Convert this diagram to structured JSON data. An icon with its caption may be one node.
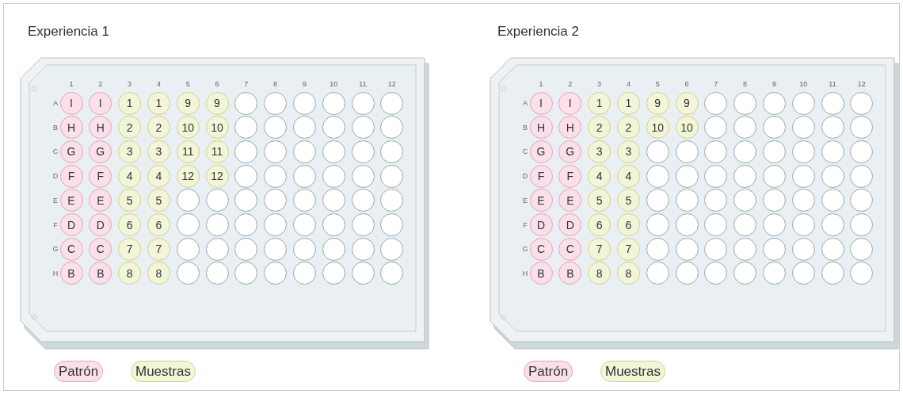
{
  "diagram": {
    "nodes": [
      {
        "text": [
          "Experiencia 1"
        ]
      },
      {
        "text": [
          "I"
        ],
        "in": 0
      },
      {
        "text": [
          "I"
        ],
        "in": 0
      },
      {
        "text": [
          "1"
        ],
        "in": 0
      },
      {
        "text": [
          "1"
        ],
        "in": 0
      },
      {
        "text": [
          "9"
        ],
        "in": 0
      },
      {
        "text": [
          "9"
        ],
        "in": 0
      },
      {
        "text": [],
        "shape": "circle",
        "in": 0
      },
      {
        "text": [],
        "shape": "circle",
        "in": 0
      },
      {
        "text": [],
        "shape": "circle",
        "in": 0
      },
      {
        "text": [],
        "shape": "circle",
        "in": 0
      },
      {
        "text": [],
        "shape": "circle",
        "in": 0
      },
      {
        "text": [],
        "shape": "circle",
        "in": 0
      },
      {
        "text": [
          "H"
        ],
        "in": 0
      },
      {
        "text": [
          "H"
        ],
        "in": 0
      },
      {
        "text": [
          "2"
        ],
        "in": 0
      },
      {
        "text": [
          "2"
        ],
        "in": 0
      },
      {
        "text": [
          "10"
        ],
        "in": 0
      },
      {
        "text": [
          "10"
        ],
        "in": 0
      },
      {
        "text": [],
        "shape": "circle",
        "in": 0
      },
      {
        "text": [],
        "shape": "circle",
        "in": 0
      },
      {
        "text": [],
        "shape": "circle",
        "in": 0
      },
      {
        "text": [],
        "shape": "circle",
        "in": 0
      },
      {
        "text": [],
        "shape": "circle",
        "in": 0
      },
      {
        "text": [],
        "shape": "circle",
        "in": 0
      },
      {
        "text": [
          "G"
        ],
        "in": 0
      },
      {
        "text": [
          "G"
        ],
        "in": 0
      },
      {
        "text": [
          "3"
        ],
        "in": 0
      },
      {
        "text": [
          "3"
        ],
        "in": 0
      },
      {
        "text": [
          "11"
        ],
        "in": 0
      },
      {
        "text": [
          "11"
        ],
        "in": 0
      },
      {
        "text": [],
        "shape": "circle",
        "in": 0
      },
      {
        "text": [],
        "shape": "circle",
        "in": 0
      },
      {
        "text": [],
        "shape": "circle",
        "in": 0
      },
      {
        "text": [],
        "shape": "circle",
        "in": 0
      },
      {
        "text": [],
        "shape": "circle",
        "in": 0
      },
      {
        "text": [],
        "shape": "circle",
        "in": 0
      },
      {
        "text": [
          "F"
        ],
        "in": 0
      },
      {
        "text": [
          "F"
        ],
        "in": 0
      },
      {
        "text": [
          "4"
        ],
        "in": 0
      },
      {
        "text": [
          "4"
        ],
        "in": 0
      },
      {
        "text": [
          "12"
        ],
        "in": 0
      },
      {
        "text": [
          "12"
        ],
        "in": 0
      },
      {
        "text": [],
        "shape": "circle",
        "in": 0
      },
      {
        "text": [],
        "shape": "circle",
        "in": 0
      },
      {
        "text": [],
        "shape": "circle",
        "in": 0
      },
      {
        "text": [],
        "shape": "circle",
        "in": 0
      },
      {
        "text": [],
        "shape": "circle",
        "in": 0
      },
      {
        "text": [],
        "shape": "circle",
        "in": 0
      },
      {
        "text": [
          "E"
        ],
        "in": 0
      },
      {
        "text": [
          "E"
        ],
        "in": 0
      },
      {
        "text": [
          "5"
        ],
        "in": 0
      },
      {
        "text": [
          "5"
        ],
        "in": 0
      },
      {
        "text": [],
        "shape": "circle",
        "in": 0
      },
      {
        "text": [],
        "shape": "circle",
        "in": 0
      },
      {
        "text": [],
        "shape": "circle",
        "in": 0
      },
      {
        "text": [],
        "shape": "circle",
        "in": 0
      },
      {
        "text": [],
        "shape": "circle",
        "in": 0
      },
      {
        "text": [],
        "shape": "circle",
        "in": 0
      },
      {
        "text": [],
        "shape": "circle",
        "in": 0
      },
      {
        "text": [],
        "shape": "circle",
        "in": 0
      },
      {
        "text": [
          "D"
        ],
        "in": 0
      },
      {
        "text": [
          "D"
        ],
        "in": 0
      },
      {
        "text": [
          "6"
        ],
        "in": 0
      },
      {
        "text": [
          "6"
        ],
        "in": 0
      },
      {
        "text": [],
        "shape": "circle",
        "in": 0
      },
      {
        "text": [],
        "shape": "circle",
        "in": 0
      },
      {
        "text": [],
        "shape": "circle",
        "in": 0
      },
      {
        "text": [],
        "shape": "circle",
        "in": 0
      },
      {
        "text": [],
        "shape": "circle",
        "in": 0
      },
      {
        "text": [],
        "shape": "circle",
        "in": 0
      },
      {
        "text": [],
        "shape": "circle",
        "in": 0
      },
      {
        "text": [],
        "shape": "circle",
        "in": 0
      },
      {
        "text": [
          "C"
        ],
        "in": 0
      },
      {
        "text": [
          "C"
        ],
        "in": 0
      },
      {
        "text": [
          "7"
        ],
        "in": 0
      },
      {
        "text": [
          "7"
        ],
        "in": 0
      },
      {
        "text": [],
        "shape": "circle",
        "in": 0
      },
      {
        "text": [],
        "shape": "circle",
        "in": 0
      },
      {
        "text": [],
        "shape": "circle",
        "in": 0
      },
      {
        "text": [],
        "shape": "circle",
        "in": 0
      },
      {
        "text": [],
        "shape": "circle",
        "in": 0
      },
      {
        "text": [],
        "shape": "circle",
        "in": 0
      },
      {
        "text": [],
        "shape": "circle",
        "in": 0
      },
      {
        "text": [],
        "shape": "circle",
        "in": 0
      },
      {
        "text": [
          "B"
        ],
        "in": 0
      },
      {
        "text": [
          "B"
        ],
        "in": 0
      },
      {
        "text": [
          "8"
        ],
        "in": 0
      },
      {
        "text": [
          "8"
        ],
        "in": 0
      },
      {
        "text": [],
        "shape": "circle",
        "in": 0
      },
      {
        "text": [],
        "shape": "circle",
        "in": 0
      },
      {
        "text": [],
        "shape": "circle",
        "in": 0
      },
      {
        "text": [],
        "shape": "circle",
        "in": 0
      },
      {
        "text": [],
        "shape": "circle",
        "in": 0
      },
      {
        "text": [],
        "shape": "circle",
        "in": 0
      },
      {
        "text": [],
        "shape": "circle",
        "in": 0
      },
      {
        "text": [],
        "shape": "circle",
        "in": 0
      },
      {
        "text": [
          "Experiencia 2"
        ]
      },
      {
        "text": [
          "I"
        ],
        "in": 97
      },
      {
        "text": [
          "I"
        ],
        "in": 97
      },
      {
        "text": [
          "1"
        ],
        "in": 97
      },
      {
        "text": [
          "1"
        ],
        "in": 97
      },
      {
        "text": [
          "9"
        ],
        "in": 97
      },
      {
        "text": [
          "9"
        ],
        "in": 97
      },
      {
        "text": [],
        "shape": "circle",
        "in": 97
      },
      {
        "text": [],
        "shape": "circle",
        "in": 97
      },
      {
        "text": [],
        "shape": "circle",
        "in": 97
      },
      {
        "text": [],
        "shape": "circle",
        "in": 97
      },
      {
        "text": [],
        "shape": "circle",
        "in": 97
      },
      {
        "text": [],
        "shape": "circle",
        "in": 97
      },
      {
        "text": [
          "H"
        ],
        "in": 97
      },
      {
        "text": [
          "H"
        ],
        "in": 97
      },
      {
        "text": [
          "2"
        ],
        "in": 97
      },
      {
        "text": [
          "2"
        ],
        "in": 97
      },
      {
        "text": [
          "10"
        ],
        "in": 97
      },
      {
        "text": [
          "10"
        ],
        "in": 97
      },
      {
        "text": [],
        "shape": "circle",
        "in": 97
      },
      {
        "text": [],
        "shape": "circle",
        "in": 97
      },
      {
        "text": [],
        "shape": "circle",
        "in": 97
      },
      {
        "text": [],
        "shape": "circle",
        "in": 97
      },
      {
        "text": [],
        "shape": "circle",
        "in": 97
      },
      {
        "text": [],
        "shape": "circle",
        "in": 97
      },
      {
        "text": [
          "G"
        ],
        "in": 97
      },
      {
        "text": [
          "G"
        ],
        "in": 97
      },
      {
        "text": [
          "3"
        ],
        "in": 97
      },
      {
        "text": [
          "3"
        ],
        "in": 97
      },
      {
        "text": [],
        "shape": "circle",
        "in": 97
      },
      {
        "text": [],
        "shape": "circle",
        "in": 97
      },
      {
        "text": [],
        "shape": "circle",
        "in": 97
      },
      {
        "text": [],
        "shape": "circle",
        "in": 97
      },
      {
        "text": [],
        "shape": "circle",
        "in": 97
      },
      {
        "text": [],
        "shape": "circle",
        "in": 97
      },
      {
        "text": [],
        "shape": "circle",
        "in": 97
      },
      {
        "text": [],
        "shape": "circle",
        "in": 97
      },
      {
        "text": [
          "F"
        ],
        "in": 97
      },
      {
        "text": [
          "F"
        ],
        "in": 97
      },
      {
        "text": [
          "4"
        ],
        "in": 97
      },
      {
        "text": [
          "4"
        ],
        "in": 97
      },
      {
        "text": [],
        "shape": "circle",
        "in": 97
      },
      {
        "text": [],
        "shape": "circle",
        "in": 97
      },
      {
        "text": [],
        "shape": "circle",
        "in": 97
      },
      {
        "text": [],
        "shape": "circle",
        "in": 97
      },
      {
        "text": [],
        "shape": "circle",
        "in": 97
      },
      {
        "text": [],
        "shape": "circle",
        "in": 97
      },
      {
        "text": [],
        "shape": "circle",
        "in": 97
      },
      {
        "text": [],
        "shape": "circle",
        "in": 97
      },
      {
        "text": [
          "E"
        ],
        "in": 97
      },
      {
        "text": [
          "E"
        ],
        "in": 97
      },
      {
        "text": [
          "5"
        ],
        "in": 97
      },
      {
        "text": [
          "5"
        ],
        "in": 97
      },
      {
        "text": [],
        "shape": "circle",
        "in": 97
      },
      {
        "text": [],
        "shape": "circle",
        "in": 97
      },
      {
        "text": [],
        "shape": "circle",
        "in": 97
      },
      {
        "text": [],
        "shape": "circle",
        "in": 97
      },
      {
        "text": [],
        "shape": "circle",
        "in": 97
      },
      {
        "text": [],
        "shape": "circle",
        "in": 97
      },
      {
        "text": [],
        "shape": "circle",
        "in": 97
      },
      {
        "text": [],
        "shape": "circle",
        "in": 97
      },
      {
        "text": [
          "D"
        ],
        "in": 97
      },
      {
        "text": [
          "D"
        ],
        "in": 97
      },
      {
        "text": [
          "6"
        ],
        "in": 97
      },
      {
        "text": [
          "6"
        ],
        "in": 97
      },
      {
        "text": [],
        "shape": "circle",
        "in": 97
      },
      {
        "text": [],
        "shape": "circle",
        "in": 97
      },
      {
        "text": [],
        "shape": "circle",
        "in": 97
      },
      {
        "text": [],
        "shape": "circle",
        "in": 97
      },
      {
        "text": [],
        "shape": "circle",
        "in": 97
      },
      {
        "text": [],
        "shape": "circle",
        "in": 97
      },
      {
        "text": [],
        "shape": "circle",
        "in": 97
      },
      {
        "text": [],
        "shape": "circle",
        "in": 97
      },
      {
        "text": [
          "C"
        ],
        "in": 97
      },
      {
        "text": [
          "C"
        ],
        "in": 97
      },
      {
        "text": [
          "7"
        ],
        "in": 97
      },
      {
        "text": [
          "7"
        ],
        "in": 97
      },
      {
        "text": [],
        "shape": "circle",
        "in": 97
      },
      {
        "text": [],
        "shape": "circle",
        "in": 97
      },
      {
        "text": [],
        "shape": "circle",
        "in": 97
      },
      {
        "text": [],
        "shape": "circle",
        "in": 97
      },
      {
        "text": [],
        "shape": "circle",
        "in": 97
      },
      {
        "text": [],
        "shape": "circle",
        "in": 97
      },
      {
        "text": [],
        "shape": "circle",
        "in": 97
      },
      {
        "text": [],
        "shape": "circle",
        "in": 97
      },
      {
        "text": [
          "B"
        ],
        "in": 97
      },
      {
        "text": [
          "B"
        ],
        "in": 97
      },
      {
        "text": [
          "8"
        ],
        "in": 97
      },
      {
        "text": [
          "8"
        ],
        "in": 97
      },
      {
        "text": [],
        "shape": "circle",
        "in": 97
      },
      {
        "text": [],
        "shape": "circle",
        "in": 97
      },
      {
        "text": [],
        "shape": "circle",
        "in": 97
      },
      {
        "text": [],
        "shape": "circle",
        "in": 97
      },
      {
        "text": [],
        "shape": "circle",
        "in": 97
      },
      {
        "text": [],
        "shape": "circle",
        "in": 97
      },
      {
        "text": [],
        "shape": "circle",
        "in": 97
      },
      {
        "text": [],
        "shape": "circle",
        "in": 97
      }
    ],
    "labels": [
      "1",
      "2",
      "3",
      "4",
      "5",
      "6",
      "7",
      "8",
      "9",
      "10",
      "11",
      "12",
      "A",
      "B",
      "C",
      "D",
      "E",
      "F",
      "G",
      "H",
      "1",
      "2",
      "3",
      "4",
      "5",
      "6",
      "7",
      "8",
      "9",
      "10",
      "11",
      "12",
      "A",
      "B",
      "C",
      "D",
      "E",
      "F",
      "G",
      "H"
    ],
    "legend": [
      {
        "text": "Patrón",
        "color": "#fbe0ea"
      },
      {
        "text": "Muestras",
        "color": "#f3f5d9"
      },
      {
        "text": "Patrón",
        "color": "#fbe0ea"
      },
      {
        "text": "Muestras",
        "color": "#f3f5d9"
      }
    ]
  }
}
